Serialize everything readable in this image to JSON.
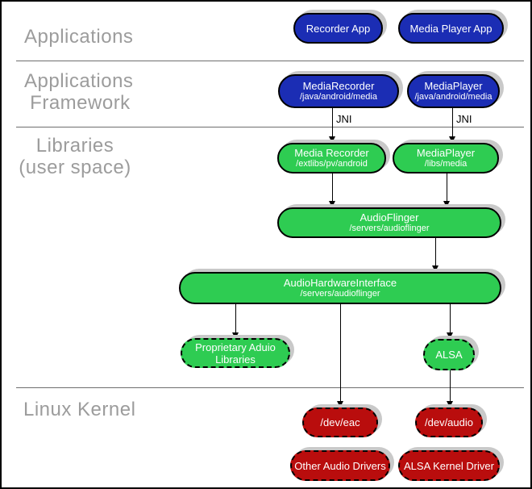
{
  "sections": {
    "applications": {
      "label": "Applications"
    },
    "framework": {
      "label": "Applications\n Framework"
    },
    "libraries": {
      "label": "Libraries\n(user space)"
    },
    "kernel": {
      "label": "Linux Kernel"
    }
  },
  "nodes": {
    "recorder_app": {
      "title": "Recorder App"
    },
    "media_player_app": {
      "title": "Media Player App"
    },
    "media_recorder_fw": {
      "title": "MediaRecorder",
      "subtitle": "/java/android/media"
    },
    "media_player_fw": {
      "title": "MediaPlayer",
      "subtitle": "/java/android/media"
    },
    "media_recorder_lib": {
      "title": "Media Recorder",
      "subtitle": "/extlibs/pv/android"
    },
    "media_player_lib": {
      "title": "MediaPlayer",
      "subtitle": "/libs/media"
    },
    "audioflinger": {
      "title": "AudioFlinger",
      "subtitle": "/servers/audioflinger"
    },
    "audio_hardware_interface": {
      "title": "AudioHardwareInterface",
      "subtitle": "/servers/audioflinger"
    },
    "proprietary_audio_libraries": {
      "title": "Proprietary Aduio",
      "subtitle": "Libraries"
    },
    "alsa": {
      "title": "ALSA"
    },
    "dev_eac": {
      "title": "/dev/eac"
    },
    "dev_audio": {
      "title": "/dev/audio"
    },
    "other_audio_drivers": {
      "title": "Other Audio Drivers"
    },
    "alsa_kernel_driver": {
      "title": "ALSA Kernel Driver"
    }
  },
  "edge_labels": {
    "jni_left": "JNI",
    "jni_right": "JNI"
  },
  "colors": {
    "app_blue": "#1b2db4",
    "lib_green": "#2ecc52",
    "kernel_red": "#b90d0d",
    "shadow_gray": "#c9c9c9",
    "section_label_gray": "#9c9c9c",
    "divider_gray": "#6e6e6e",
    "line_black": "#000000"
  }
}
